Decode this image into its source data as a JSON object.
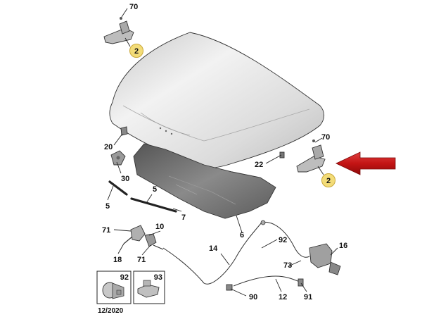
{
  "labels": {
    "l70a": "70",
    "l2a": "2",
    "l20": "20",
    "l30": "30",
    "l22": "22",
    "l70b": "70",
    "l2b": "2",
    "l5a": "5",
    "l5b": "5",
    "l7": "7",
    "l6": "6",
    "l71a": "71",
    "l10": "10",
    "l18": "18",
    "l71b": "71",
    "l14": "14",
    "l92": "92",
    "l16": "16",
    "l73": "73",
    "l90": "90",
    "l12": "12",
    "l91": "91"
  },
  "legend": {
    "box_a": "92",
    "box_b": "93",
    "date": "12/2020"
  },
  "colors": {
    "arrow": "#c41414",
    "highlight_badge": "#f3dc78",
    "hood": "#d9d9d9",
    "insulation": "#6e6e6e"
  }
}
